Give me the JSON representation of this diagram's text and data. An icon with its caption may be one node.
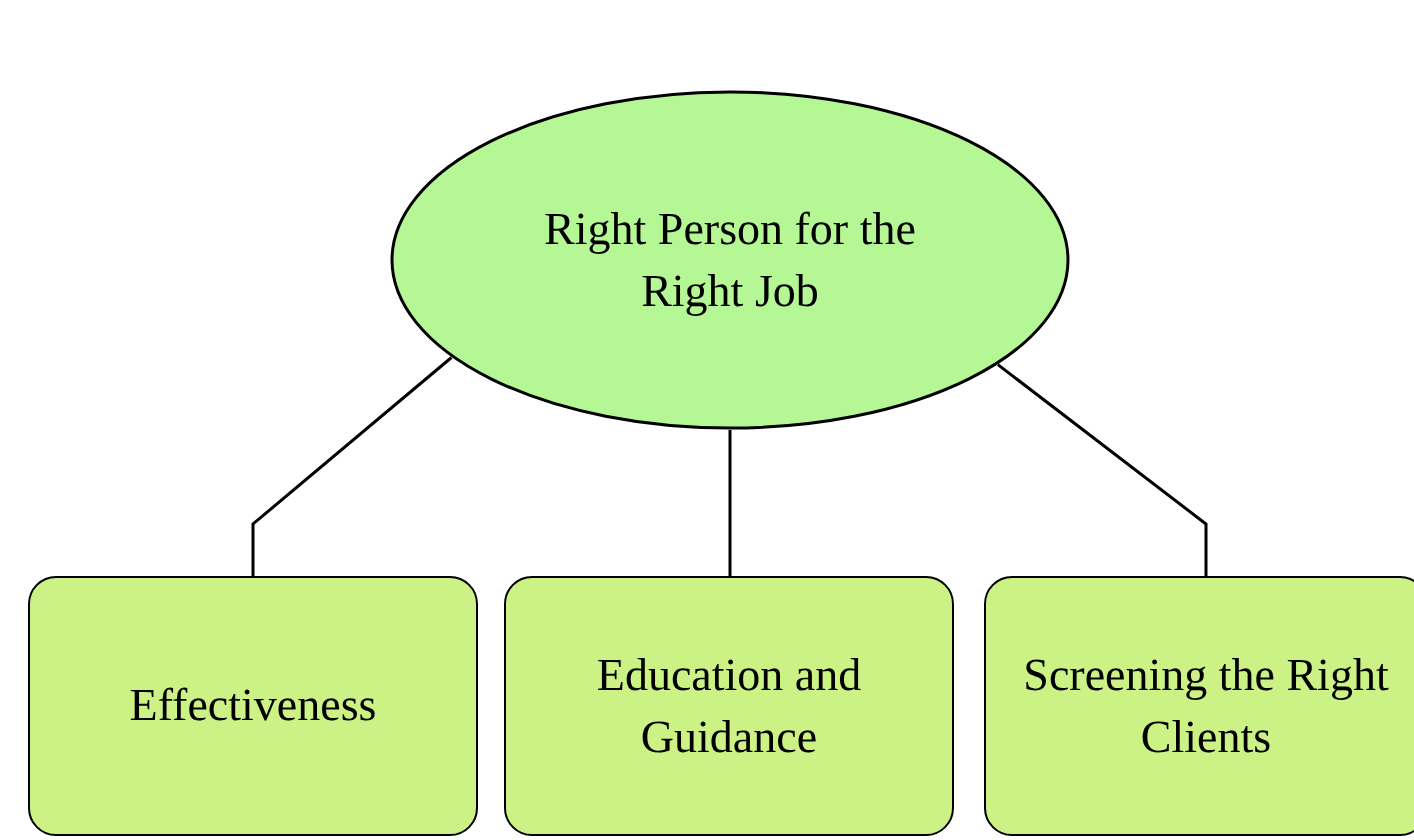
{
  "diagram": {
    "nodes": [
      {
        "text": [
          "Right Person for the Right Job"
        ]
      },
      {
        "text": [
          "Effectiveness"
        ]
      },
      {
        "text": [
          "Education and Guidance"
        ]
      },
      {
        "text": [
          "Screening the Right Clients"
        ]
      }
    ],
    "edges": [
      {
        "from": 0,
        "to": 1,
        "arrow": "none"
      },
      {
        "from": 0,
        "to": 2,
        "arrow": "none"
      },
      {
        "from": 0,
        "to": 3,
        "arrow": "none"
      }
    ]
  }
}
